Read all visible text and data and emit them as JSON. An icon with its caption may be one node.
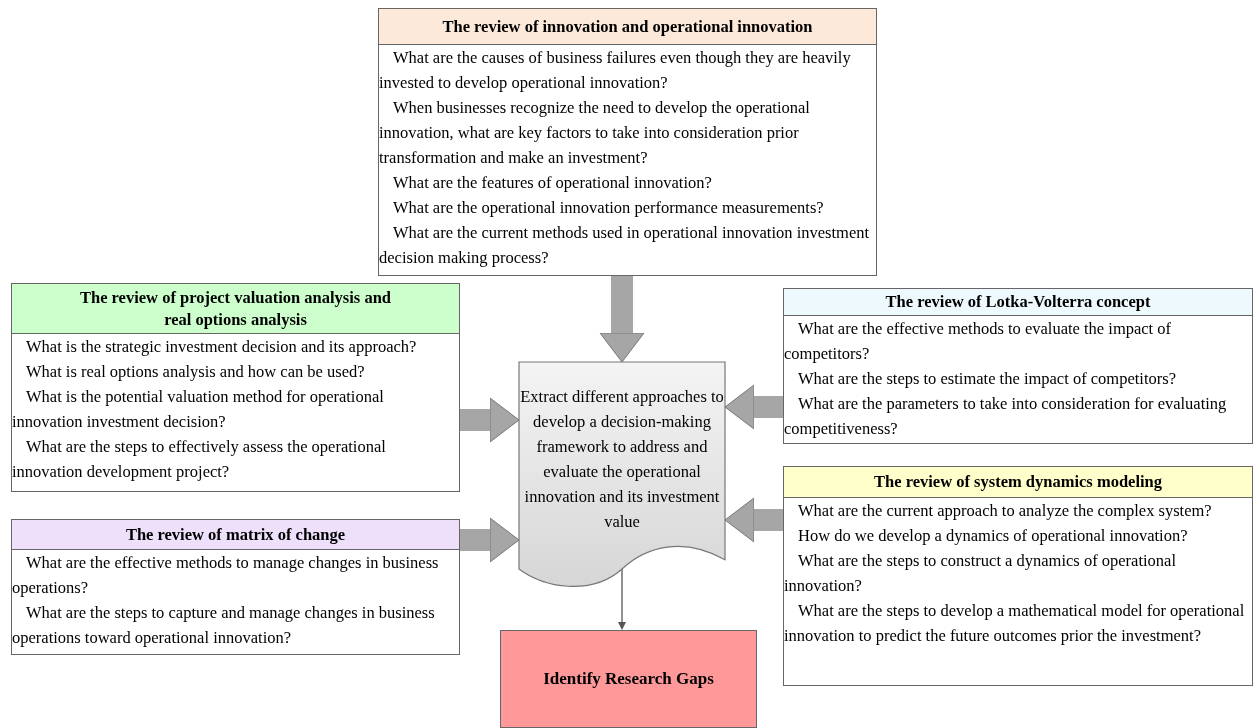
{
  "diagram": {
    "nodes": [
      {
        "text": [
          "The review of innovation and operational innovation",
          "What are the causes of business failures even though they are heavily invested to develop operational innovation?",
          "When businesses recognize the need to develop the operational innovation, what are key factors to take into consideration prior transformation and make an investment?",
          "What are the features of operational innovation?",
          "What are the operational innovation performance measurements?",
          "What are the current methods used in operational innovation investment decision making process?"
        ]
      },
      {
        "text": [
          "The review of project valuation analysis and real options analysis",
          "What is the strategic investment decision and its approach?",
          "What is real options analysis and how can be used?",
          "What is the potential valuation method for operational innovation investment decision?",
          "What are the steps to effectively assess the operational innovation development project?"
        ]
      },
      {
        "text": [
          "The review of Lotka-Volterra concept",
          "What are the effective methods to evaluate the impact of competitors?",
          "What are the steps to estimate the impact of competitors?",
          "What are the parameters to take into consideration for evaluating competitiveness?"
        ]
      },
      {
        "text": [
          "The review of matrix of change",
          "What are the effective methods to manage changes in business operations?",
          "What are the steps to capture and manage changes in business operations toward operational innovation?"
        ]
      },
      {
        "text": [
          "The review of system dynamics modeling",
          "What are the current approach to analyze the complex system?",
          "How do we develop a dynamics of operational innovation?",
          "What are the steps to construct a dynamics of operational innovation?",
          "What are the steps to develop a mathematical model for operational innovation to predict the future outcomes prior the investment?"
        ]
      },
      {
        "text": [
          "Extract different approaches to develop a decision-making framework to address and evaluate the operational innovation and its investment value"
        ]
      },
      {
        "text": [
          "Identify Research Gaps"
        ]
      }
    ],
    "edges": [
      {
        "from": 0,
        "to": 5,
        "arrow": "to"
      },
      {
        "from": 1,
        "to": 5,
        "arrow": "to"
      },
      {
        "from": 2,
        "to": 5,
        "arrow": "to"
      },
      {
        "from": 3,
        "to": 5,
        "arrow": "to"
      },
      {
        "from": 4,
        "to": 5,
        "arrow": "to"
      },
      {
        "from": 5,
        "to": 6,
        "arrow": "to",
        "color": "#555555"
      }
    ]
  }
}
